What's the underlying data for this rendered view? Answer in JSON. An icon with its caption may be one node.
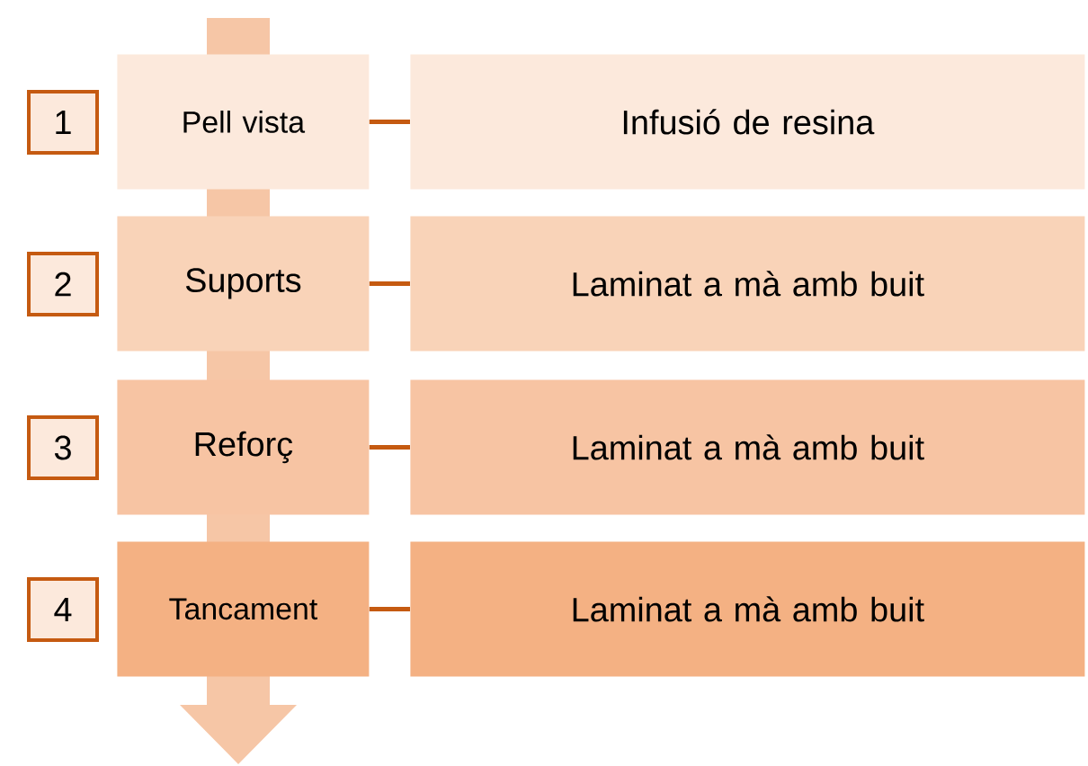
{
  "diagram": {
    "nodes": [
      {
        "text": [
          "1"
        ]
      },
      {
        "text": [
          "Pell vista"
        ]
      },
      {
        "text": [
          "Infusió de resina"
        ]
      },
      {
        "text": [
          "2"
        ]
      },
      {
        "text": [
          "Suports"
        ]
      },
      {
        "text": [
          "Laminat a mà amb buit"
        ]
      },
      {
        "text": [
          "3"
        ]
      },
      {
        "text": [
          "Reforç"
        ]
      },
      {
        "text": [
          "Laminat a mà amb buit"
        ]
      },
      {
        "text": [
          "4"
        ]
      },
      {
        "text": [
          "Tancament"
        ]
      },
      {
        "text": [
          "Laminat a mà amb buit"
        ]
      }
    ],
    "edges": [
      {
        "from": 1,
        "to": 2,
        "arrow": "none"
      },
      {
        "from": 4,
        "to": 5,
        "arrow": "none"
      },
      {
        "from": 7,
        "to": 8,
        "arrow": "none"
      },
      {
        "from": 10,
        "to": 11,
        "arrow": "none"
      }
    ]
  }
}
